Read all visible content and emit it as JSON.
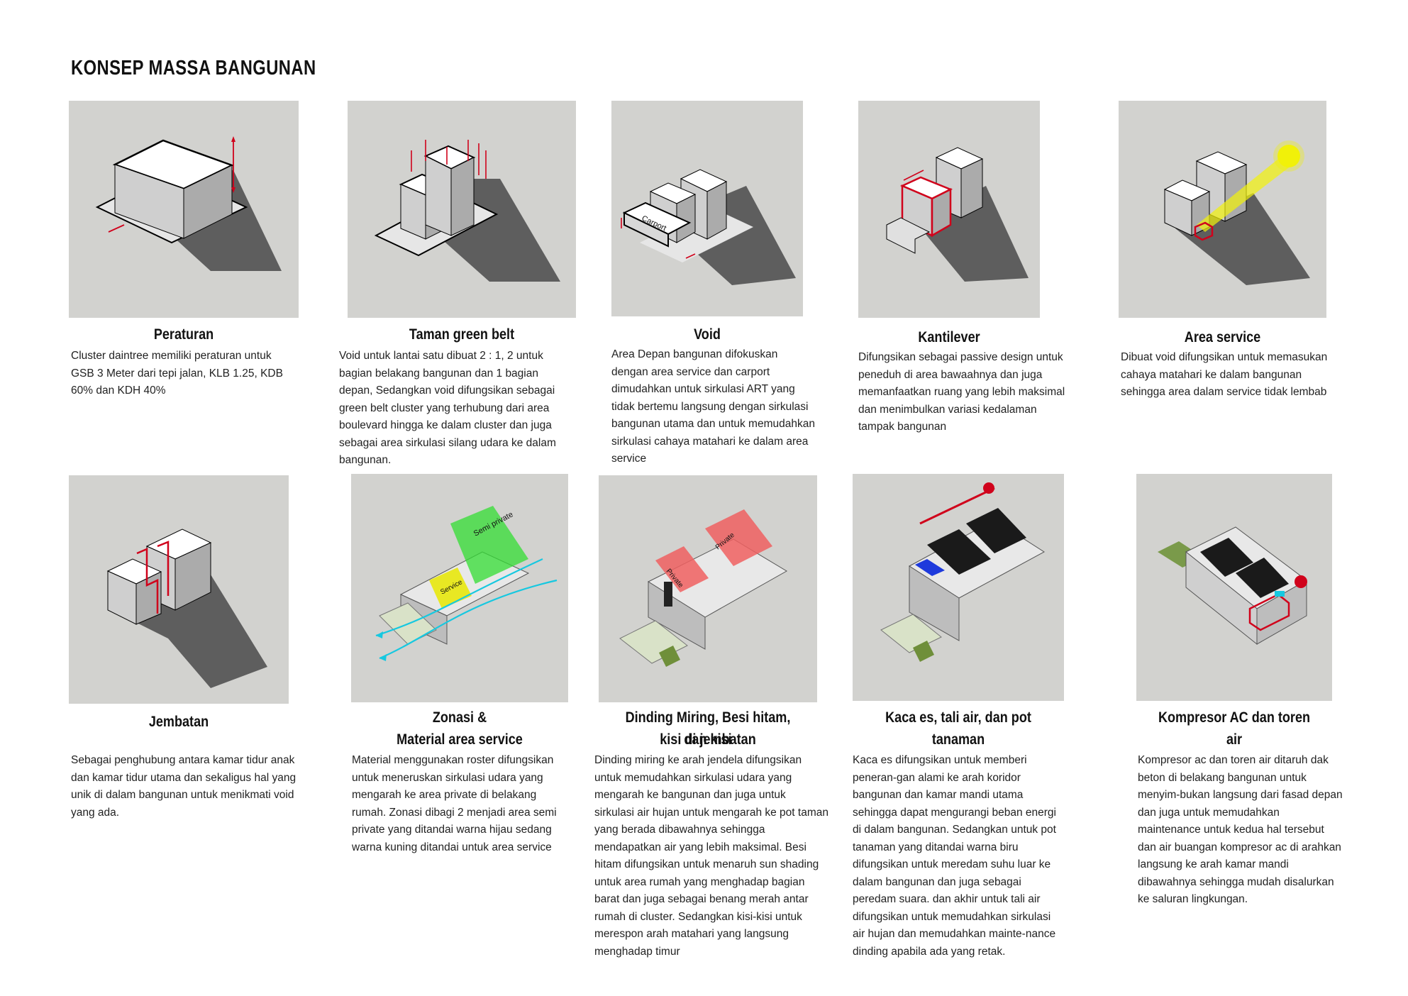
{
  "page": {
    "title": "KONSEP MASSA BANGUNAN"
  },
  "items": [
    {
      "title": "Peraturan",
      "desc": "Cluster daintree memiliki peraturan untuk GSB 3 Meter dari tepi jalan, KLB 1.25, KDB 60% dan KDH 40%"
    },
    {
      "title": "Taman green belt",
      "desc": "Void untuk lantai satu dibuat 2 : 1, 2 untuk bagian belakang bangunan dan 1 bagian depan, Sedangkan void difungsikan sebagai green belt cluster yang terhubung dari area boulevard hingga ke dalam cluster dan juga sebagai area sirkulasi silang udara ke dalam bangunan."
    },
    {
      "title": "Void",
      "desc": "Area Depan bangunan difokuskan dengan area service dan carport dimudahkan untuk sirkulasi ART yang tidak bertemu langsung dengan sirkulasi bangunan utama dan untuk memudahkan sirkulasi cahaya matahari ke dalam area service"
    },
    {
      "title": "Kantilever",
      "desc": "Difungsikan sebagai passive design untuk peneduh di area bawaahnya dan juga memanfaatkan ruang yang lebih maksimal dan menimbulkan variasi kedalaman tampak bangunan"
    },
    {
      "title": "Area service",
      "desc": "Dibuat void difungsikan untuk memasukan cahaya matahari ke dalam bangunan sehingga area dalam service tidak lembab"
    },
    {
      "title": "Jembatan",
      "desc": "Sebagai penghubung antara kamar tidur anak dan kamar tidur utama dan sekaligus hal yang unik di dalam bangunan untuk menikmati void yang ada."
    },
    {
      "title_line1": "Zonasi &",
      "title_line2": "Material area service",
      "desc": "Material menggunakan roster difungsikan untuk meneruskan sirkulasi udara yang mengarah ke area private di belakang rumah. Zonasi dibagi 2 menjadi area semi private yang ditandai warna hijau sedang warna kuning ditandai untuk area service"
    },
    {
      "title_line1": "Dinding Miring, Besi hitam, dan kisi",
      "title_line2": "kisi di jembatan",
      "desc": "Dinding miring ke arah jendela difungsikan untuk memudahkan sirkulasi udara yang mengarah ke bangunan dan juga untuk sirkulasi air hujan untuk mengarah ke pot taman yang berada dibawahnya sehingga mendapatkan air yang lebih maksimal. Besi hitam difungsikan untuk menaruh sun shading untuk area rumah yang menghadap bagian barat dan juga sebagai benang merah antar rumah di cluster. Sedangkan kisi-kisi untuk merespon arah matahari yang langsung menghadap timur"
    },
    {
      "title": "Kaca es, tali air, dan pot tanaman",
      "desc": "Kaca es difungsikan untuk memberi peneran-gan alami ke arah koridor bangunan dan kamar mandi utama sehingga dapat mengurangi beban energi di dalam bangunan. Sedangkan untuk pot tanaman yang ditandai warna biru difungsikan untuk meredam suhu luar ke dalam bangunan dan juga sebagai peredam suara. dan akhir untuk tali air difungsikan untuk memudahkan sirkulasi air hujan dan memudahkan mainte-nance dinding apabila ada yang retak."
    },
    {
      "title": "Kompresor AC dan toren air",
      "desc": "Kompresor ac dan toren air ditaruh dak beton di belakang bangunan untuk menyim-bukan langsung dari fasad depan dan juga untuk memudahkan maintenance untuk kedua hal tersebut dan air buangan kompresor ac di arahkan langsung ke arah kamar mandi dibawahnya sehingga mudah disalurkan ke saluran lingkungan."
    }
  ],
  "diagram_labels": {
    "carport": "Carport",
    "service": "Service",
    "semi_private": "Semi private",
    "private": "Private"
  },
  "colors": {
    "panel_bg": "#d2d2cf",
    "shadow": "#4a4a4a",
    "accent_red": "#d0021b",
    "semi_private_green": "#33dd33",
    "service_yellow": "#e8e800",
    "private_red": "#f06060",
    "wind_cyan": "#16c8e0",
    "sun_yellow": "#f2f20a",
    "planter_blue": "#1e3adc"
  }
}
